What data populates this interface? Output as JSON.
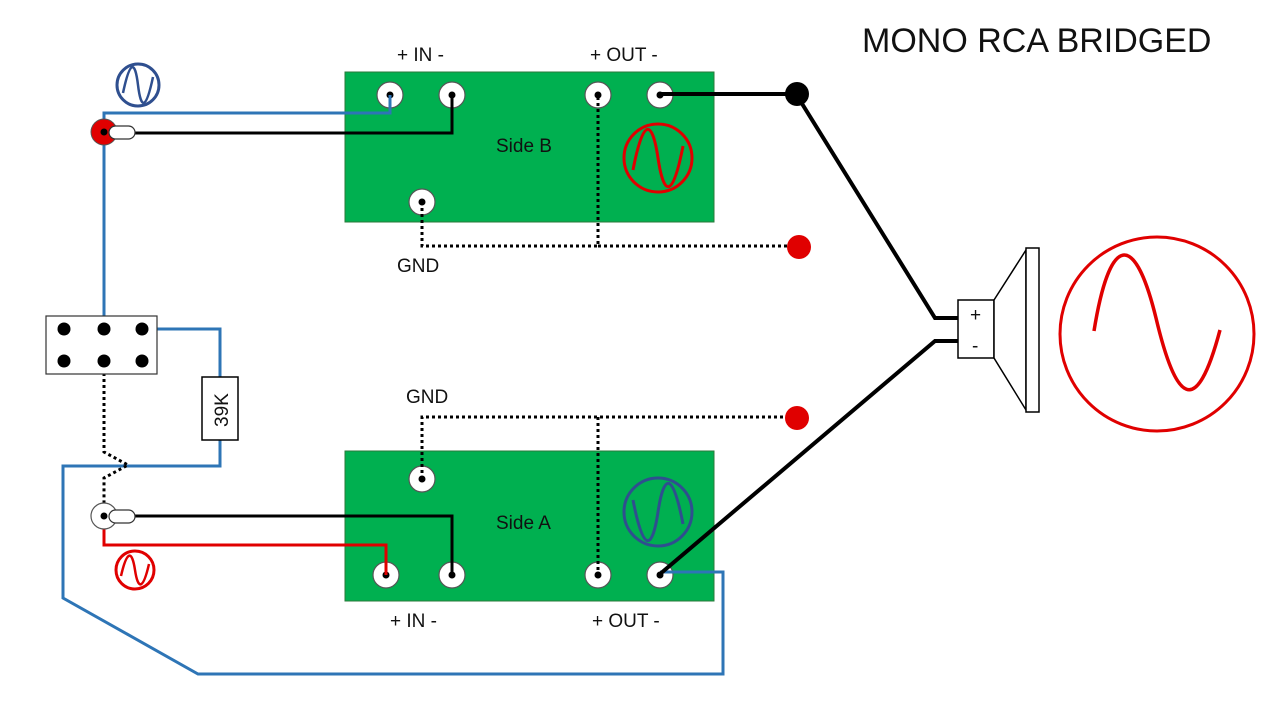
{
  "title": "MONO RCA BRIDGED",
  "side_b": {
    "label": "Side B",
    "in_label": "+ IN -",
    "out_label": "+ OUT -",
    "gnd_label": "GND"
  },
  "side_a": {
    "label": "Side A",
    "in_label": "+ IN -",
    "out_label": "+ OUT -",
    "gnd_label": "GND"
  },
  "resistor": {
    "label": "39K"
  },
  "speaker": {
    "plus": "+",
    "minus": "-"
  },
  "colors": {
    "board": "#00b050",
    "blue_wire": "#2e75b6",
    "red_wire": "#e00000",
    "black_wire": "#000000"
  }
}
